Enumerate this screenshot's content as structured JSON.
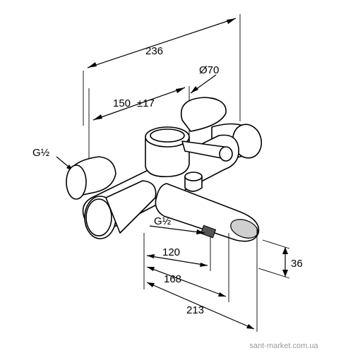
{
  "drawing": {
    "dimensions": {
      "width_total": "236",
      "handle_diameter": "Ø70",
      "center_distance": "150",
      "center_tolerance": "±17",
      "thread_inlet": "G½",
      "thread_outlet": "G½",
      "outlet_offset_1": "120",
      "outlet_offset_2": "168",
      "projection": "213",
      "spout_height": "36"
    },
    "watermark": "sant-market.com.ua"
  }
}
